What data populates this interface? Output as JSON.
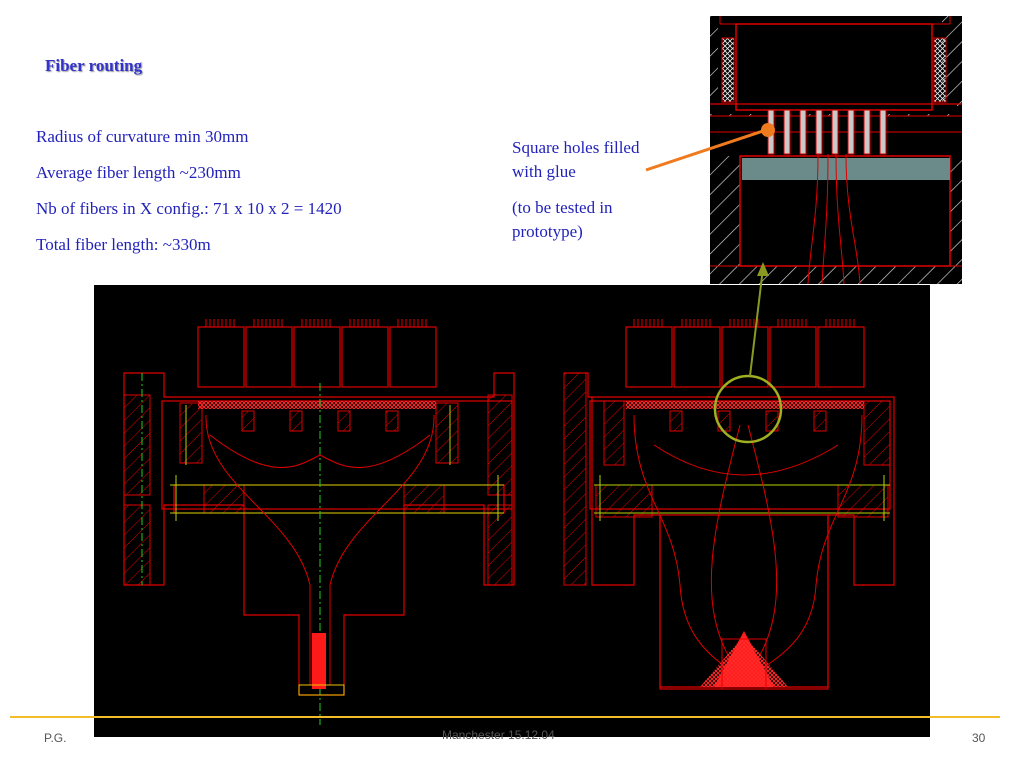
{
  "slide": {
    "title": "Fiber routing",
    "bullets": [
      "Radius of curvature min 30mm",
      "Average fiber length ~230mm",
      "Nb of fibers in X config.: 71 x 10 x 2 = 1420",
      "Total fiber length: ~330m"
    ],
    "callout": {
      "line1": "Square holes filled with glue",
      "line2": "(to be tested in prototype)"
    },
    "footer": {
      "left": "P.G.",
      "center": "Manchester 15.12.04",
      "page": "30"
    }
  },
  "colors": {
    "text_blue": "#2222bb",
    "title_blue": "#3333cc",
    "drawing_red": "#e00000",
    "fiber_red": "#ff1a1a",
    "marker_orange": "#f07a1e",
    "marker_olive": "#a0b020",
    "footer_rule": "#f2bd2a"
  },
  "icons": {
    "callout_pointer": "orange-dot-arrow",
    "zoom_marker": "olive-circle-arrow"
  }
}
